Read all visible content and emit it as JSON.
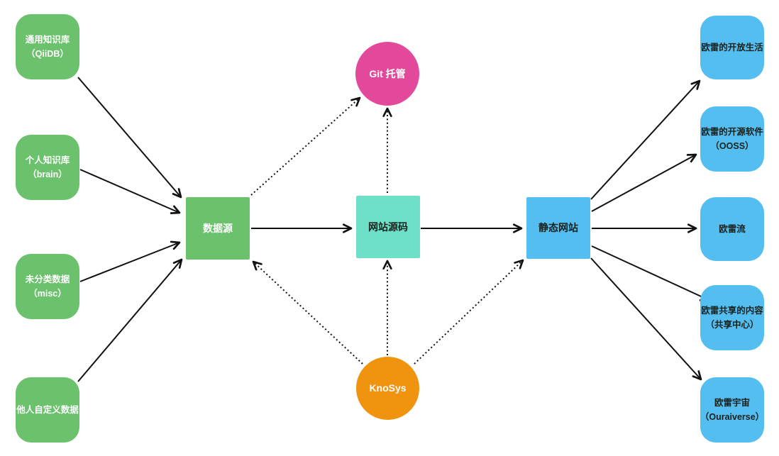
{
  "diagram": {
    "background": "#ffffff",
    "nodes": {
      "qiidb": {
        "label": "通用知识库\n（QiiDB）",
        "shape": "rounded-square",
        "color": "#6CC16C",
        "text_color": "#ffffff"
      },
      "brain": {
        "label": "个人知识库\n（brain）",
        "shape": "rounded-square",
        "color": "#6CC16C",
        "text_color": "#ffffff"
      },
      "misc": {
        "label": "未分类数据\n（misc）",
        "shape": "rounded-square",
        "color": "#6CC16C",
        "text_color": "#ffffff"
      },
      "custom": {
        "label": "他人自定义数据",
        "shape": "rounded-square",
        "color": "#6CC16C",
        "text_color": "#ffffff"
      },
      "datasource": {
        "label": "数据源",
        "shape": "square",
        "color": "#6CC16C",
        "text_color": "#ffffff"
      },
      "sitecode": {
        "label": "网站源码",
        "shape": "square",
        "color": "#6FE0C8",
        "text_color": "#17211d"
      },
      "staticsite": {
        "label": "静态网站",
        "shape": "square",
        "color": "#55BEF0",
        "text_color": "#17211d"
      },
      "git": {
        "label": "Git 托管",
        "shape": "circle",
        "color": "#E2499B",
        "text_color": "#ffffff"
      },
      "knosys": {
        "label": "KnoSys",
        "shape": "circle",
        "color": "#F0930F",
        "text_color": "#ffffff"
      },
      "open_life": {
        "label": "欧雷的开放生活",
        "shape": "rounded-square",
        "color": "#55BEF0",
        "text_color": "#17211d"
      },
      "ooss": {
        "label": "欧雷的开源软件\n（OOSS）",
        "shape": "rounded-square",
        "color": "#55BEF0",
        "text_color": "#17211d"
      },
      "oura_flow": {
        "label": "欧雷流",
        "shape": "rounded-square",
        "color": "#55BEF0",
        "text_color": "#17211d"
      },
      "sharing": {
        "label": "欧雷共享的内容\n（共享中心）",
        "shape": "rounded-square",
        "color": "#55BEF0",
        "text_color": "#17211d"
      },
      "ouraiverse": {
        "label": "欧雷宇宙\n（Ouraiverse）",
        "shape": "rounded-square",
        "color": "#55BEF0",
        "text_color": "#17211d"
      }
    },
    "edges": [
      {
        "from": "qiidb",
        "to": "datasource",
        "style": "solid"
      },
      {
        "from": "brain",
        "to": "datasource",
        "style": "solid"
      },
      {
        "from": "misc",
        "to": "datasource",
        "style": "solid"
      },
      {
        "from": "custom",
        "to": "datasource",
        "style": "solid"
      },
      {
        "from": "datasource",
        "to": "sitecode",
        "style": "solid"
      },
      {
        "from": "sitecode",
        "to": "staticsite",
        "style": "solid"
      },
      {
        "from": "staticsite",
        "to": "open_life",
        "style": "solid"
      },
      {
        "from": "staticsite",
        "to": "ooss",
        "style": "solid"
      },
      {
        "from": "staticsite",
        "to": "oura_flow",
        "style": "solid"
      },
      {
        "from": "staticsite",
        "to": "sharing",
        "style": "solid"
      },
      {
        "from": "staticsite",
        "to": "ouraiverse",
        "style": "solid"
      },
      {
        "from": "datasource",
        "to": "git",
        "style": "dotted"
      },
      {
        "from": "sitecode",
        "to": "git",
        "style": "dotted"
      },
      {
        "from": "knosys",
        "to": "datasource",
        "style": "dotted"
      },
      {
        "from": "knosys",
        "to": "sitecode",
        "style": "dotted"
      },
      {
        "from": "knosys",
        "to": "staticsite",
        "style": "dotted"
      }
    ],
    "colors": {
      "green": "#6CC16C",
      "teal": "#6FE0C8",
      "blue": "#55BEF0",
      "pink": "#E2499B",
      "orange": "#F0930F",
      "arrow": "#111111",
      "text_light": "#ffffff",
      "text_dark": "#17211d"
    }
  }
}
